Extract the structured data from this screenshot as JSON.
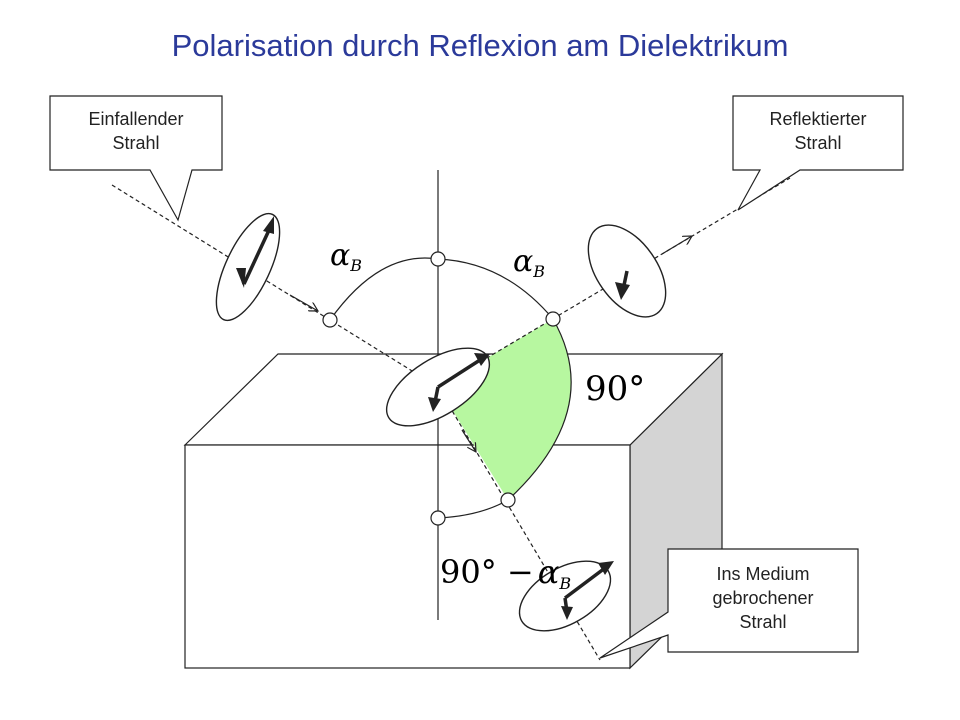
{
  "title": "Polarisation durch Reflexion am Dielektrikum",
  "callouts": {
    "incident": [
      "Einfallender",
      "Strahl"
    ],
    "reflected": [
      "Reflektierter",
      "Strahl"
    ],
    "refracted": [
      "Ins Medium",
      "gebrochener",
      "Strahl"
    ]
  },
  "angles": {
    "alpha_symbol": "α",
    "alpha_subscript": "B",
    "right_angle": "90°",
    "complement_prefix": "90° −"
  },
  "colors": {
    "title": "#2b3a9a",
    "wedge": "#b7f7a0",
    "box_side": "#d4d4d4"
  }
}
